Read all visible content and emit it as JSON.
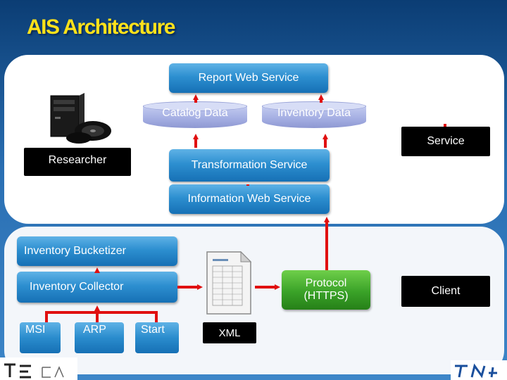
{
  "slide": {
    "title": "AIS Architecture"
  },
  "nodes": {
    "report_web_service": "Report Web Service",
    "catalog_data": "Catalog Data",
    "inventory_data": "Inventory Data",
    "service": "Service",
    "researcher": "Researcher",
    "transformation_service": "Transformation Service",
    "information_web_service": "Information Web Service",
    "inventory_bucketizer": "Inventory Bucketizer",
    "inventory_collector": "Inventory Collector",
    "protocol_line1": "Protocol",
    "protocol_line2": "(HTTPS)",
    "client": "Client",
    "msi": "MSI",
    "arp": "ARP",
    "start": "Start",
    "xml": "XML"
  },
  "colors": {
    "title": "#ffe21a",
    "arrow": "#e01010",
    "blue_box": "#2d8fd0",
    "green_box": "#3aa228",
    "database": "#a3ade2"
  },
  "icons": {
    "researcher_icon": "computer-tower-with-discs-icon",
    "xml_icon": "document-page-icon"
  }
}
